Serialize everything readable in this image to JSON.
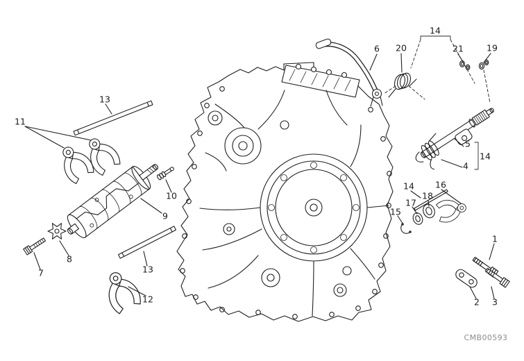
{
  "diagram": {
    "type": "exploded-parts-diagram",
    "code": "CMB00593",
    "colors": {
      "background": "#ffffff",
      "line": "#1f1f1f",
      "code_text": "#8c8c8c"
    },
    "callouts": [
      {
        "label": "13"
      },
      {
        "label": "11"
      },
      {
        "label": "6"
      },
      {
        "label": "20"
      },
      {
        "label": "14"
      },
      {
        "label": "21"
      },
      {
        "label": "19"
      },
      {
        "label": "5"
      },
      {
        "label": "14"
      },
      {
        "label": "4"
      },
      {
        "label": "10"
      },
      {
        "label": "9"
      },
      {
        "label": "14"
      },
      {
        "label": "16"
      },
      {
        "label": "17"
      },
      {
        "label": "18"
      },
      {
        "label": "15"
      },
      {
        "label": "7"
      },
      {
        "label": "8"
      },
      {
        "label": "13"
      },
      {
        "label": "12"
      },
      {
        "label": "1"
      },
      {
        "label": "2"
      },
      {
        "label": "3"
      }
    ]
  }
}
